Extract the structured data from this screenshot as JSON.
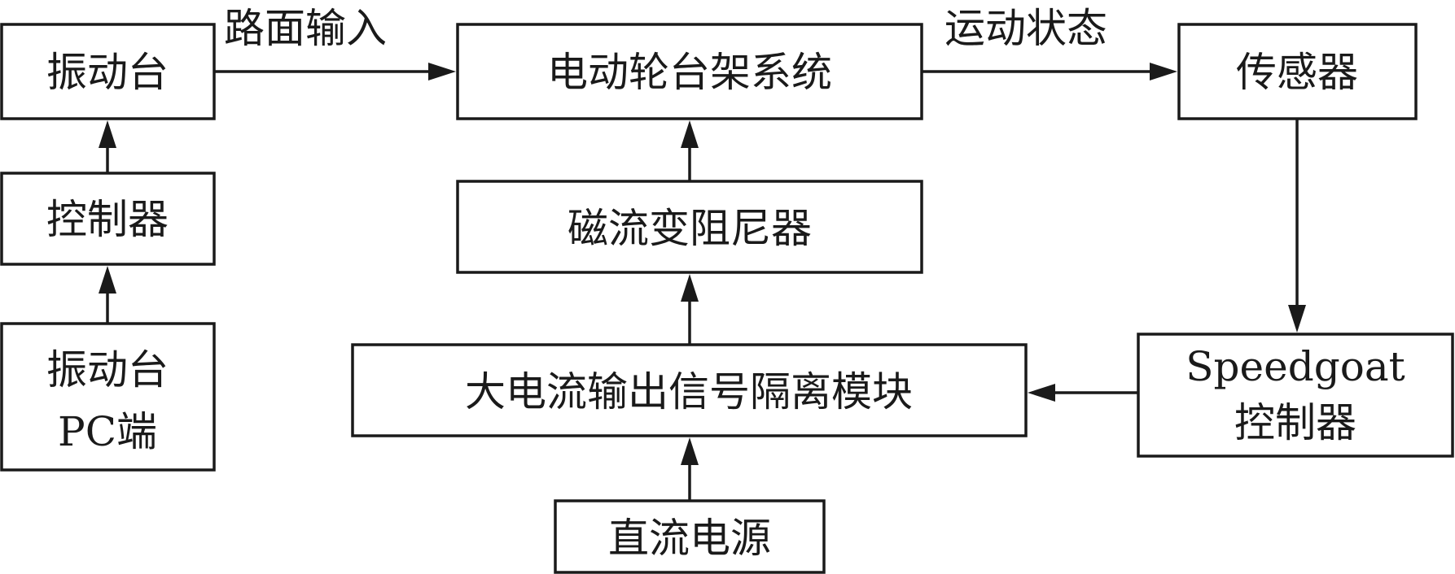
{
  "nodes": {
    "vibration_table": "振动台",
    "controller_left": "控制器",
    "vibration_pc_line1": "振动台",
    "vibration_pc_line2": "PC端",
    "ev_wheel_system": "电动轮台架系统",
    "mr_damper": "磁流变阻尼器",
    "isolation_module": "大电流输出信号隔离模块",
    "dc_power": "直流电源",
    "sensor": "传感器",
    "speedgoat_line1": "Speedgoat",
    "speedgoat_line2": "控制器"
  },
  "edge_labels": {
    "road_input": "路面输入",
    "motion_state": "运动状态"
  }
}
